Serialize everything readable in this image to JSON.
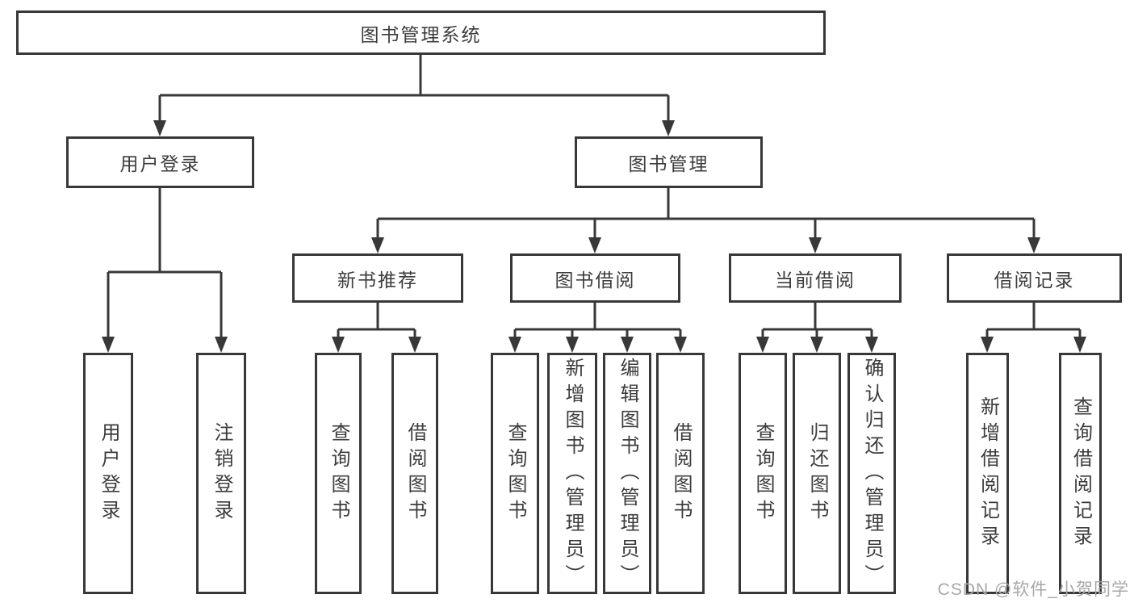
{
  "tree": {
    "root": {
      "label": "图书管理系统"
    },
    "branches": [
      {
        "label": "用户登录",
        "leaves": [
          "用户登录",
          "注销登录"
        ]
      },
      {
        "label": "图书管理",
        "children": [
          {
            "label": "新书推荐",
            "leaves": [
              "查询图书",
              "借阅图书"
            ]
          },
          {
            "label": "图书借阅",
            "leaves": [
              "查询图书",
              "新增图书（管理员）",
              "编辑图书（管理员）",
              "借阅图书"
            ]
          },
          {
            "label": "当前借阅",
            "leaves": [
              "查询图书",
              "归还图书",
              "确认归还（管理员）"
            ]
          },
          {
            "label": "借阅记录",
            "leaves": [
              "新增借阅记录",
              "查询借阅记录"
            ]
          }
        ]
      }
    ]
  },
  "watermark": {
    "text": "CSDN @软件_小贺同学"
  },
  "colors": {
    "line": "#383838",
    "text": "#3c3c3c",
    "background": "#ffffff",
    "watermark": "#a8a8a8"
  }
}
